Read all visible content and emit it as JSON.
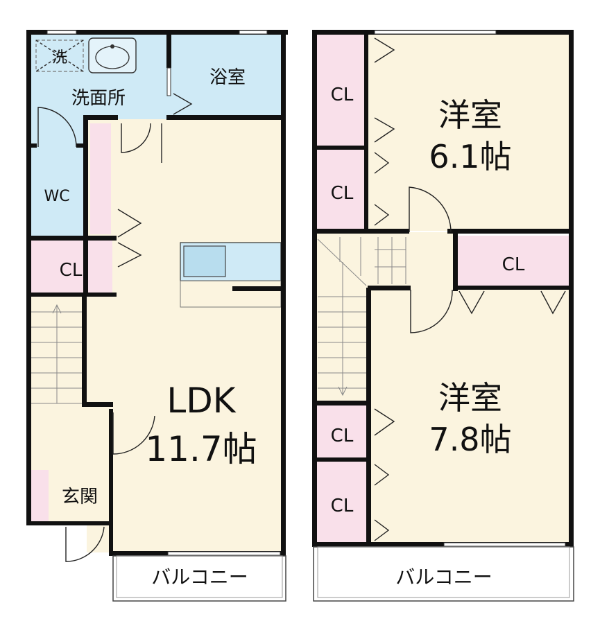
{
  "floor1": {
    "laundry_mark": "洗",
    "washroom": "洗面所",
    "bathroom": "浴室",
    "wc": "WC",
    "closet": "CL",
    "ldk_name": "LDK",
    "ldk_size": "11.7帖",
    "entrance": "玄関",
    "balcony": "バルコニー"
  },
  "floor2": {
    "room_top_name": "洋室",
    "room_top_size": "6.1帖",
    "room_bottom_name": "洋室",
    "room_bottom_size": "7.8帖",
    "closet_1": "CL",
    "closet_2": "CL",
    "closet_3": "CL",
    "closet_4": "CL",
    "closet_5": "CL",
    "balcony": "バルコニー"
  },
  "colors": {
    "room_floor": "#FBF4DF",
    "wet_area": "#CFEAF6",
    "closet": "#F9E0EA",
    "wall": "#111111"
  }
}
